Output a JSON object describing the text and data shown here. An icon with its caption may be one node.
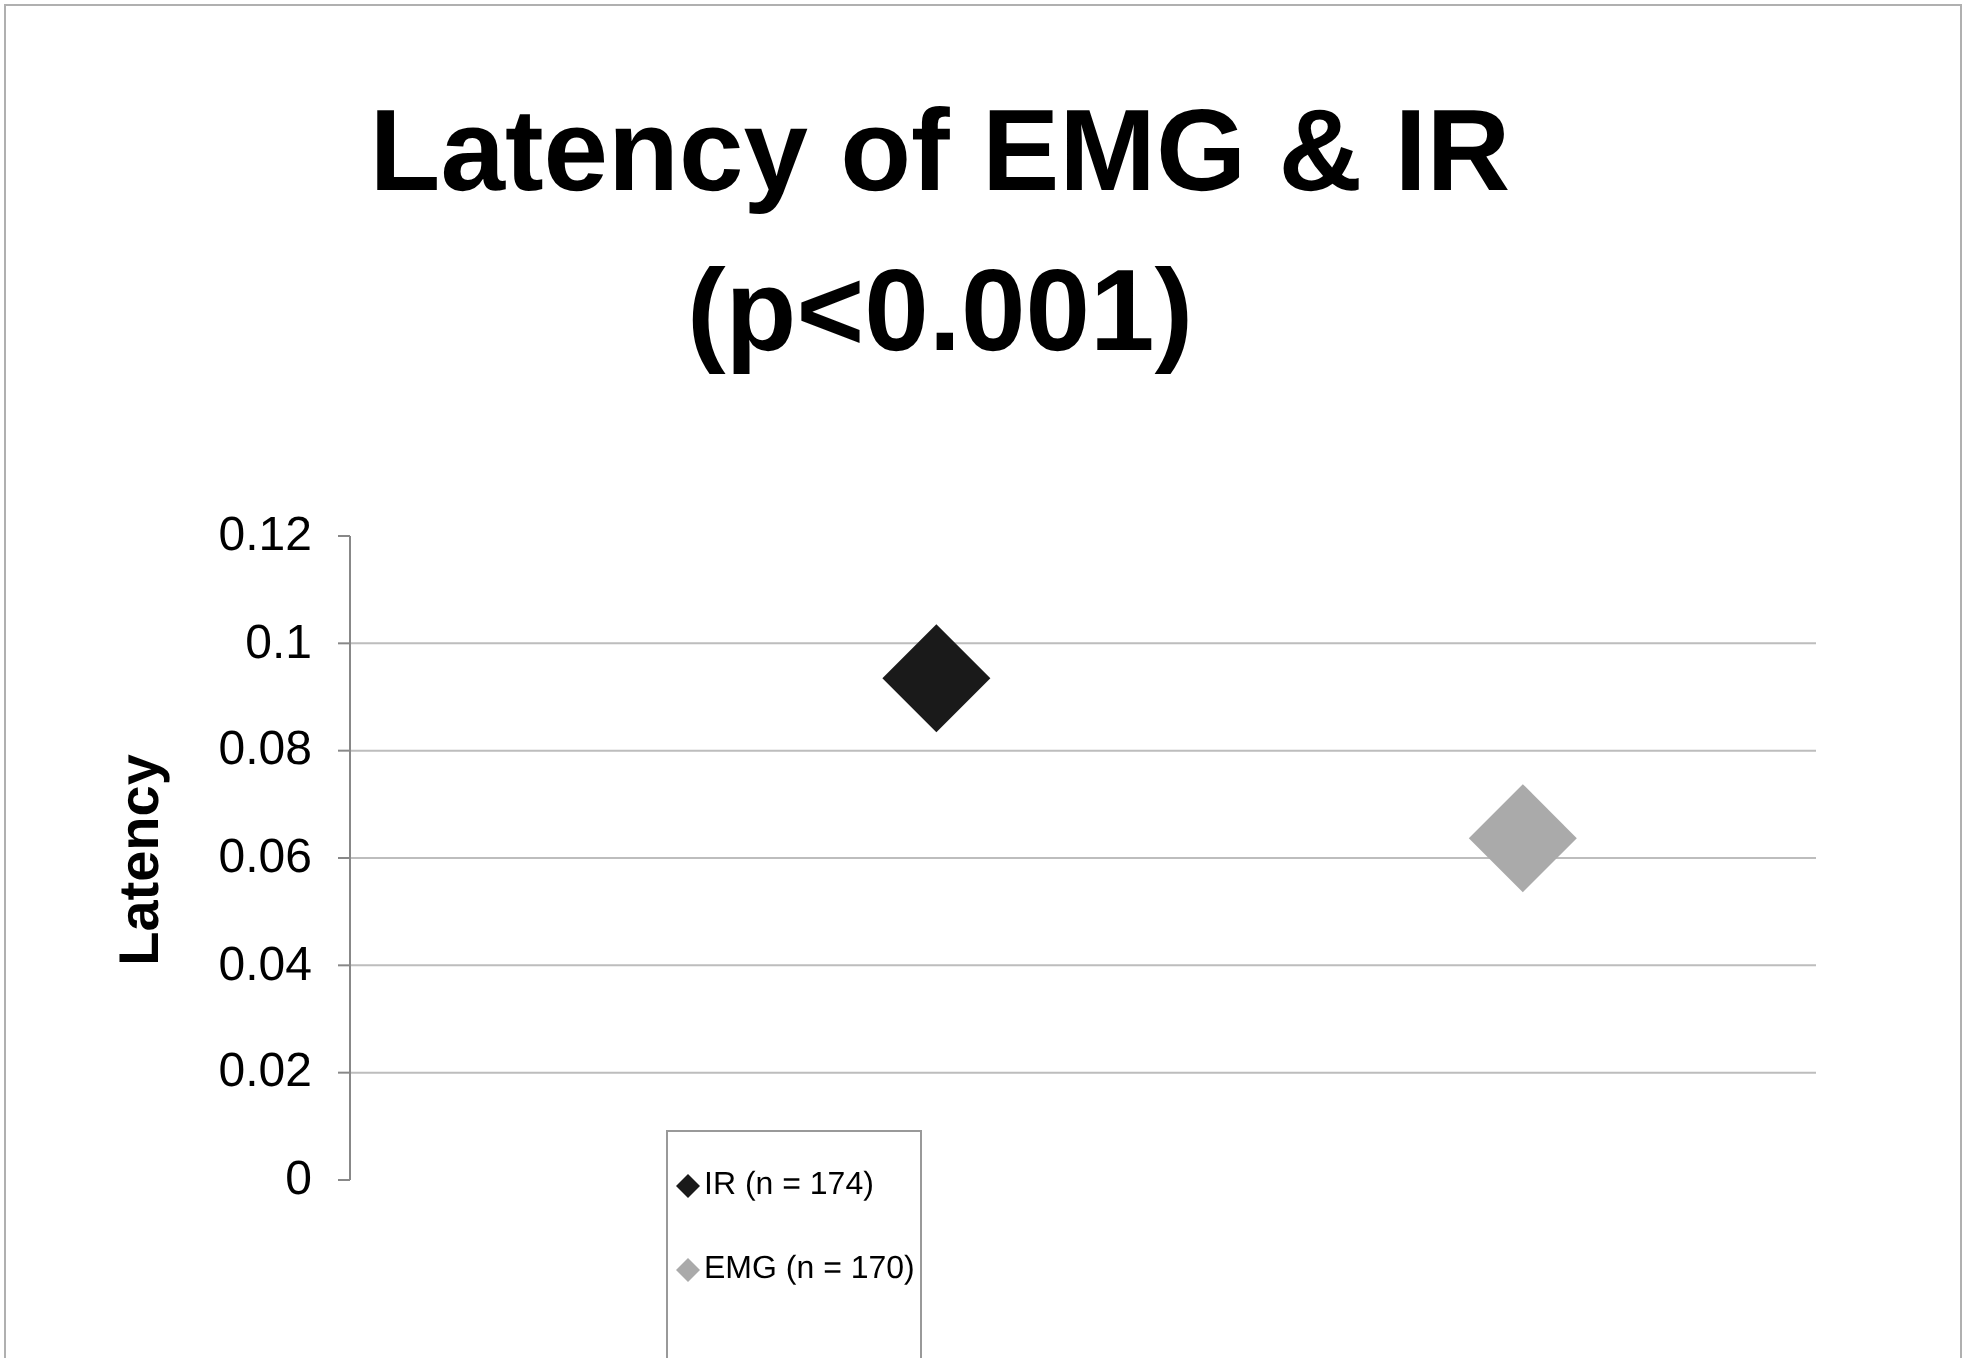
{
  "diagram": {
    "chart_data": {
      "type": "scatter",
      "title": "Latency of EMG & IR (p<0.001)",
      "ylabel": "Latency",
      "grid": true,
      "legend": true,
      "series": [
        {
          "name": "IR (n = 174)",
          "color": "#1a1a1a",
          "values": [
            0.0935,
            null
          ]
        },
        {
          "name": "EMG (n = 170)",
          "color": "#aaaaaa",
          "values": [
            null,
            0.0637
          ]
        }
      ],
      "ylim": [
        0,
        0.12
      ],
      "yticks": [
        0,
        0.02,
        0.04,
        0.06,
        0.08,
        0.1,
        0.12
      ]
    }
  }
}
